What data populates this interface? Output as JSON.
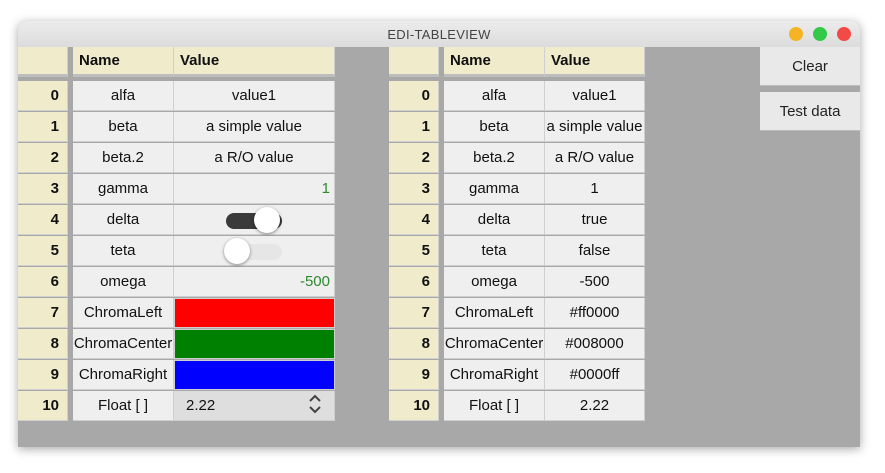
{
  "window": {
    "title": "EDI-TABLEVIEW"
  },
  "buttons": {
    "clear": "Clear",
    "test_data": "Test data"
  },
  "table_left": {
    "headers": {
      "name": "Name",
      "value": "Value"
    },
    "rows": [
      {
        "index": "0",
        "name": "alfa",
        "value": "value1"
      },
      {
        "index": "1",
        "name": "beta",
        "value": "a simple value"
      },
      {
        "index": "2",
        "name": "beta.2",
        "value": "a R/O value"
      },
      {
        "index": "3",
        "name": "gamma",
        "value": "1"
      },
      {
        "index": "4",
        "name": "delta",
        "value": "",
        "toggle": true
      },
      {
        "index": "5",
        "name": "teta",
        "value": "",
        "toggle": false
      },
      {
        "index": "6",
        "name": "omega",
        "value": "-500"
      },
      {
        "index": "7",
        "name": "ChromaLeft",
        "value": "",
        "color": "#ff0000"
      },
      {
        "index": "8",
        "name": "ChromaCenter",
        "value": "",
        "color": "#008000"
      },
      {
        "index": "9",
        "name": "ChromaRight",
        "value": "",
        "color": "#0000ff"
      },
      {
        "index": "10",
        "name": "Float [ ]",
        "value": "2.22",
        "spin_icon": "chevron-up-down-icon"
      }
    ]
  },
  "table_right": {
    "headers": {
      "name": "Name",
      "value": "Value"
    },
    "rows": [
      {
        "index": "0",
        "name": "alfa",
        "value": "value1"
      },
      {
        "index": "1",
        "name": "beta",
        "value": "a simple value"
      },
      {
        "index": "2",
        "name": "beta.2",
        "value": "a R/O value"
      },
      {
        "index": "3",
        "name": "gamma",
        "value": "1"
      },
      {
        "index": "4",
        "name": "delta",
        "value": "true"
      },
      {
        "index": "5",
        "name": "teta",
        "value": "false"
      },
      {
        "index": "6",
        "name": "omega",
        "value": "-500"
      },
      {
        "index": "7",
        "name": "ChromaLeft",
        "value": "#ff0000"
      },
      {
        "index": "8",
        "name": "ChromaCenter",
        "value": "#008000"
      },
      {
        "index": "9",
        "name": "ChromaRight",
        "value": "#0000ff"
      },
      {
        "index": "10",
        "name": "Float [ ]",
        "value": "2.22"
      }
    ]
  },
  "colors": {
    "header_bg": "#efebcb",
    "cell_bg": "#efefef",
    "window_bg": "#a8a8a8",
    "numeric_text": "#2c8a2c",
    "toggle_on": "#3a3a3a",
    "toggle_off": "#e6e6e6"
  }
}
